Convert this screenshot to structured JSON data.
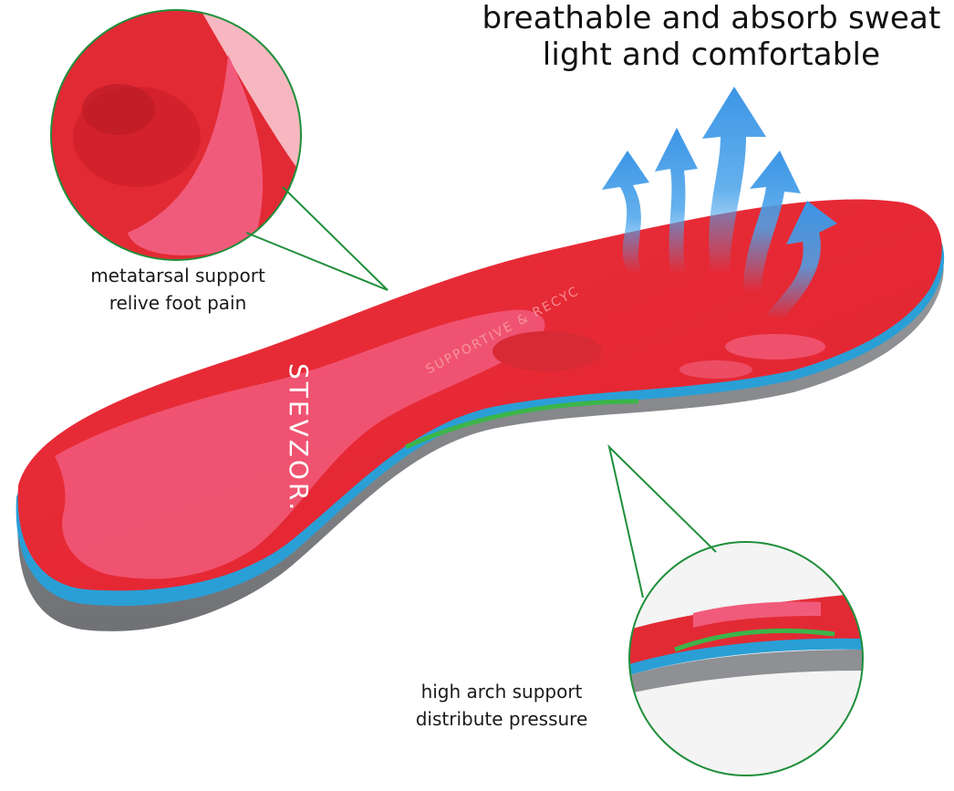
{
  "headline": {
    "line1": "breathable and absorb sweat",
    "line2": "light and comfortable"
  },
  "callouts": {
    "metatarsal": {
      "line1": "metatarsal support",
      "line2": "relive foot pain"
    },
    "arch": {
      "line1": "high arch support",
      "line2": "distribute pressure"
    }
  },
  "insole": {
    "brand_text": "STEVZOR.",
    "printed_text": "SUPPORTIVE & RECYC"
  },
  "colors": {
    "top_fabric": "#e8313a",
    "pink_panel": "#f15b7b",
    "blue_layer": "#2a9fd6",
    "grey_base": "#8e9093",
    "arch_green": "#3cb54a",
    "callout_green": "#1f8f3a",
    "airflow_blue": "#4aa3ea"
  }
}
